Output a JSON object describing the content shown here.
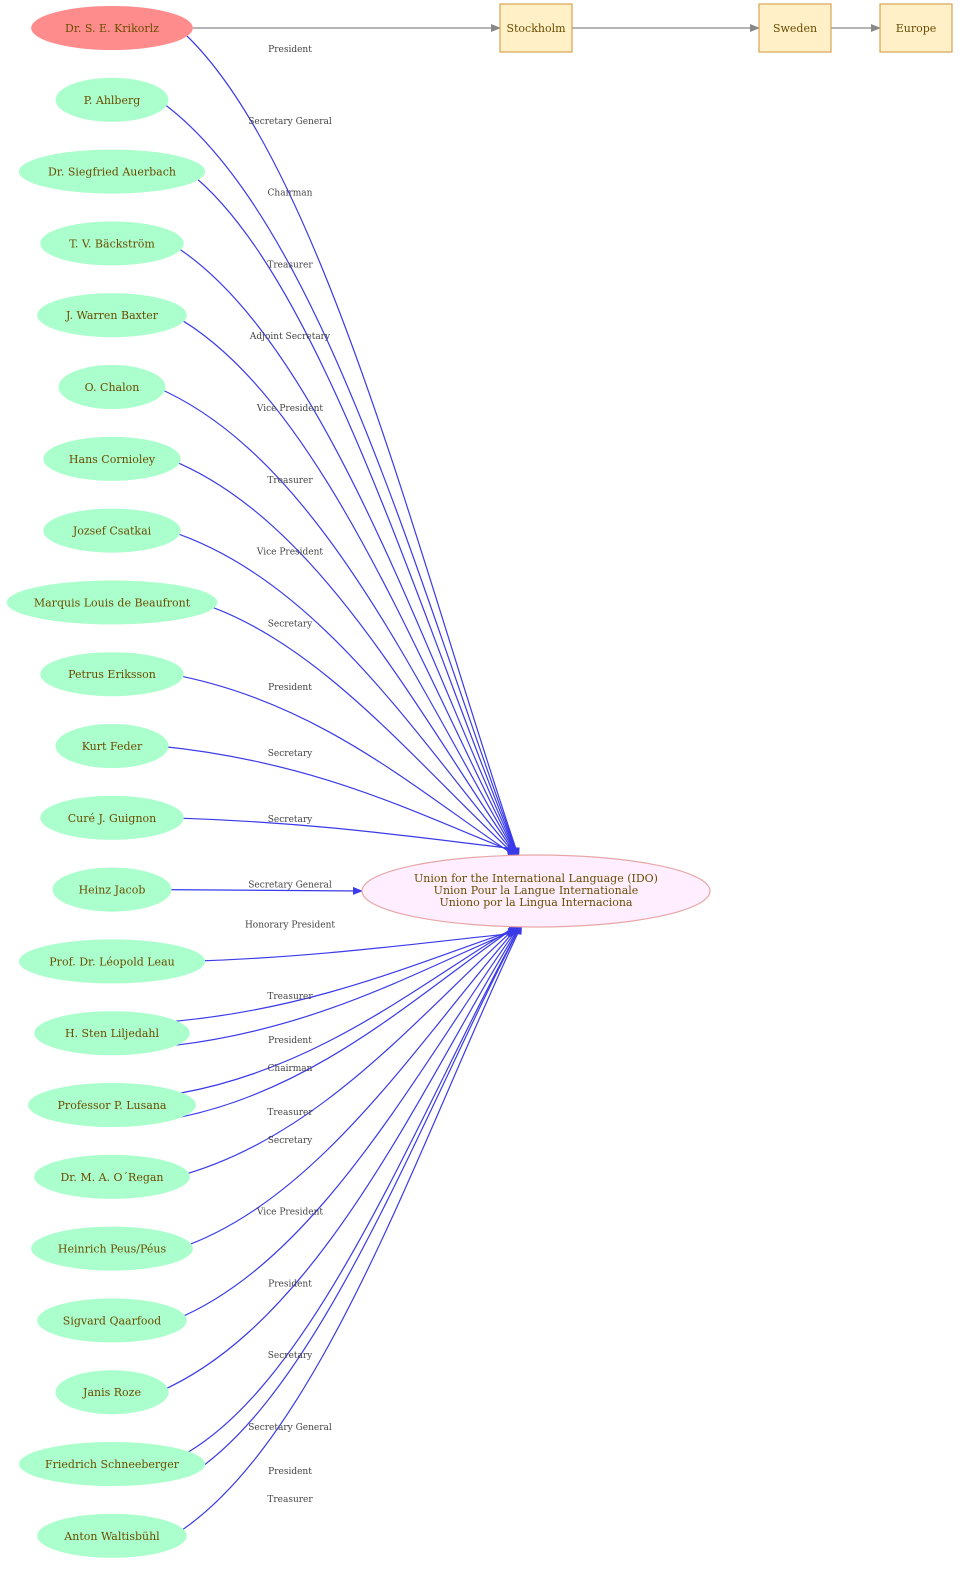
{
  "colors": {
    "person_fill": "#aaffcc",
    "highlight_fill": "#ff8c8c",
    "place_fill": "#fff0c8",
    "place_stroke": "#d8a350",
    "org_fill": "#ffeeff",
    "org_stroke": "#e8a6a6",
    "edge_blue": "#3a3ae8",
    "edge_gray": "#888888",
    "text": "#6b4c00"
  },
  "organization": {
    "lines": [
      "Union for the International Language (IDO)",
      "Union Pour la Langue Internationale",
      "Uniono por la Lingua Internaciona"
    ]
  },
  "places": [
    "Stockholm",
    "Sweden",
    "Europe"
  ],
  "people": [
    {
      "name": "Dr. S. E. Krikorlz",
      "role": "President",
      "highlight": true
    },
    {
      "name": "P. Ahlberg",
      "role": "Secretary General"
    },
    {
      "name": "Dr. Siegfried Auerbach",
      "role": "Chairman"
    },
    {
      "name": "T. V. Bäckström",
      "role": "Treasurer"
    },
    {
      "name": "J. Warren Baxter",
      "role": "Adjoint Secretary"
    },
    {
      "name": "O. Chalon",
      "role": "Vice President"
    },
    {
      "name": "Hans Cornioley",
      "role": "Treasurer"
    },
    {
      "name": "Jozsef Csatkai",
      "role": "Vice President"
    },
    {
      "name": "Marquis Louis de Beaufront",
      "role": "Secretary"
    },
    {
      "name": "Petrus Eriksson",
      "role": "President"
    },
    {
      "name": "Kurt Feder",
      "role": "Secretary"
    },
    {
      "name": "Curé J. Guignon",
      "role": "Secretary"
    },
    {
      "name": "Heinz Jacob",
      "role": "Secretary General"
    },
    {
      "name": "Prof. Dr. Léopold Leau",
      "role": "Honorary President"
    },
    {
      "name": "H. Sten Liljedahl",
      "roles": [
        "Treasurer",
        "President"
      ]
    },
    {
      "name": "Professor P. Lusana",
      "roles": [
        "Chairman",
        "Treasurer"
      ]
    },
    {
      "name": "Dr. M. A. O´Regan",
      "role": "Secretary"
    },
    {
      "name": "Heinrich Peus/Péus",
      "role": "Vice President"
    },
    {
      "name": "Sigvard Qaarfood",
      "role": "President"
    },
    {
      "name": "Janis Roze",
      "role": "Secretary"
    },
    {
      "name": "Friedrich Schneeberger",
      "roles": [
        "Secretary General",
        "President"
      ]
    },
    {
      "name": "Anton Waltisbühl",
      "role": "Treasurer"
    }
  ]
}
